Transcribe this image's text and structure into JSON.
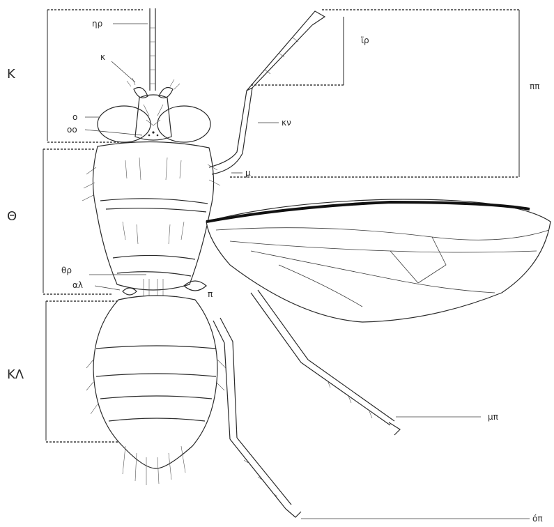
{
  "diagram": {
    "region_labels": {
      "head": "Κ",
      "thorax": "Θ",
      "abdomen": "ΚΛ"
    },
    "part_labels": {
      "antenna_arista": "ηρ",
      "antenna": "κ",
      "compound_eye": "ο",
      "ocelli": "οο",
      "tarsus": "ϊρ",
      "coxa_tibia": "κν",
      "femur": "μ",
      "foreleg": "ππ",
      "dorsal_bristle": "θρ",
      "alula": "αλ",
      "haltere": "π",
      "middle_leg": "μπ",
      "hind_leg": "όπ"
    }
  },
  "colors": {
    "ink": "#2a2a2a",
    "background": "#ffffff"
  }
}
